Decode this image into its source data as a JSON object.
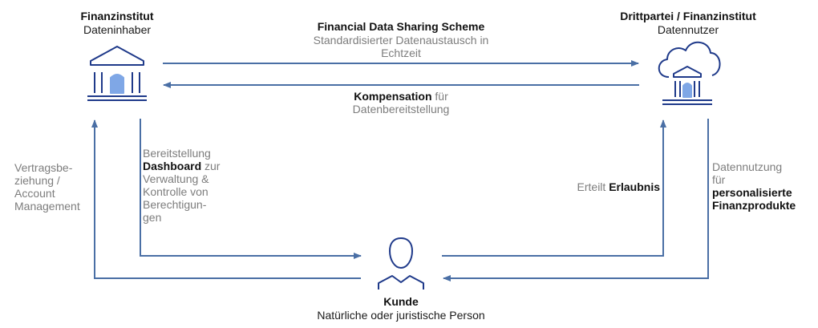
{
  "colors": {
    "arrow": "#4a6fa5",
    "icon_dark": "#1f3a8a",
    "icon_light": "#7fa7e6",
    "text_grey": "#7d7d7d"
  },
  "data_holder": {
    "title": "Finanzinstitut",
    "subtitle": "Dateninhaber",
    "icon": "bank-icon"
  },
  "data_user": {
    "title": "Drittpartei / Finanzinstitut",
    "subtitle": "Datennutzer",
    "icon": "cloud-bank-icon"
  },
  "customer": {
    "title": "Kunde",
    "subtitle": "Natürliche oder juristische Person",
    "icon": "person-icon"
  },
  "top_arrow": {
    "title": "Financial Data Sharing Scheme",
    "line1": "Standardisierter Datenaustausch in",
    "line2": "Echtzeit"
  },
  "compensation": {
    "bold": "Kompensation",
    "rest": " für",
    "line2": "Datenbereitstellung"
  },
  "contract": {
    "lines": [
      "Vertragsbe-",
      "ziehung /",
      "Account",
      "Management"
    ]
  },
  "dashboard": {
    "line1": "Bereitstellung",
    "bold": "Dashboard",
    "rest": " zur",
    "lines": [
      "Verwaltung &",
      "Kontrolle von",
      "Berechtigun-",
      "gen"
    ]
  },
  "permission": {
    "prefix": "Erteilt ",
    "bold": "Erlaubnis"
  },
  "usage": {
    "line1": "Datennutzung",
    "line2": "für",
    "bold1": "personalisierte",
    "bold2": "Finanzprodukte"
  }
}
